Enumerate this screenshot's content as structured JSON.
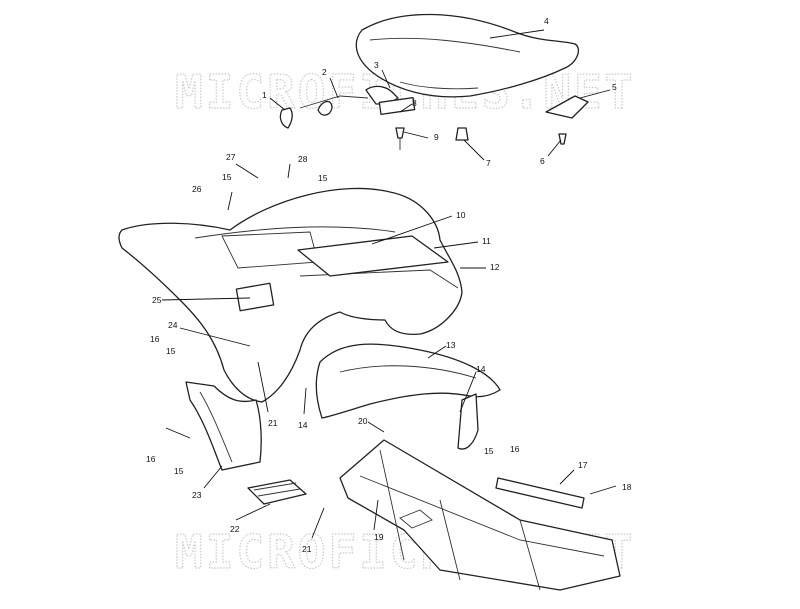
{
  "watermark": {
    "text": "MICROFICHES.NET"
  },
  "callouts": [
    {
      "label": "1"
    },
    {
      "label": "2"
    },
    {
      "label": "3"
    },
    {
      "label": "4"
    },
    {
      "label": "5"
    },
    {
      "label": "6"
    },
    {
      "label": "7"
    },
    {
      "label": "8"
    },
    {
      "label": "9"
    },
    {
      "label": "10"
    },
    {
      "label": "11"
    },
    {
      "label": "12"
    },
    {
      "label": "13"
    },
    {
      "label": "14"
    },
    {
      "label": "14"
    },
    {
      "label": "15"
    },
    {
      "label": "15"
    },
    {
      "label": "15"
    },
    {
      "label": "15"
    },
    {
      "label": "15"
    },
    {
      "label": "16"
    },
    {
      "label": "16"
    },
    {
      "label": "16"
    },
    {
      "label": "17"
    },
    {
      "label": "18"
    },
    {
      "label": "19"
    },
    {
      "label": "20"
    },
    {
      "label": "21"
    },
    {
      "label": "21"
    },
    {
      "label": "22"
    },
    {
      "label": "23"
    },
    {
      "label": "24"
    },
    {
      "label": "25"
    },
    {
      "label": "26"
    },
    {
      "label": "27"
    },
    {
      "label": "28"
    }
  ]
}
